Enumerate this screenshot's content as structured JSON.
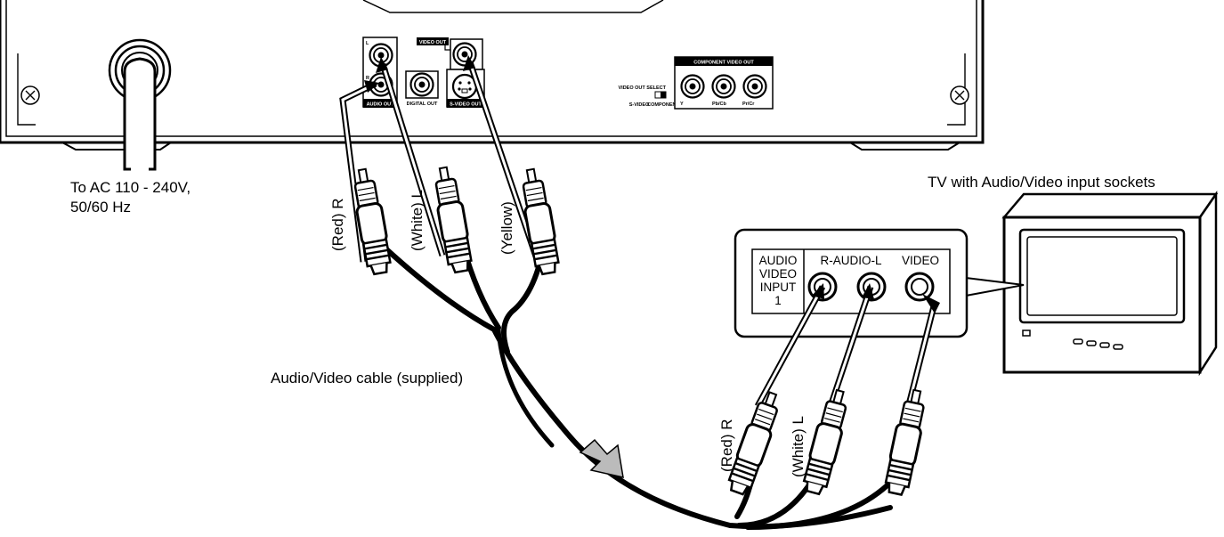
{
  "labels": {
    "power": [
      "To AC 110 - 240V,",
      "50/60 Hz"
    ],
    "tv": "TV with Audio/Video input sockets",
    "cable": "Audio/Video cable (supplied)",
    "plug_top": [
      "(Red) R",
      "(White) L",
      "(Yellow)"
    ],
    "plug_bottom": [
      "(Red) R",
      "(White) L"
    ]
  },
  "player_panel": {
    "left_jack": "L",
    "right_jack": "R",
    "audio_out": "AUDIO OUT",
    "digital_out": "DIGITAL OUT",
    "video_out": "VIDEO OUT",
    "svideo_out": "S-VIDEO OUT",
    "select_title": "VIDEO OUT SELECT",
    "select_left": "S-VIDEO",
    "select_right": "COMPONENT",
    "component_out": "COMPONENT VIDEO OUT",
    "y": "Y",
    "pb": "Pb/Cb",
    "pr": "Pr/Cr"
  },
  "tv_panel": {
    "input_lines": [
      "AUDIO",
      "VIDEO",
      "INPUT",
      "1"
    ],
    "audio": "R-AUDIO-L",
    "video": "VIDEO"
  },
  "icons": [
    "screw-icon",
    "power-cord-icon",
    "rca-plug-icon",
    "arrow-icon",
    "tv-icon"
  ]
}
